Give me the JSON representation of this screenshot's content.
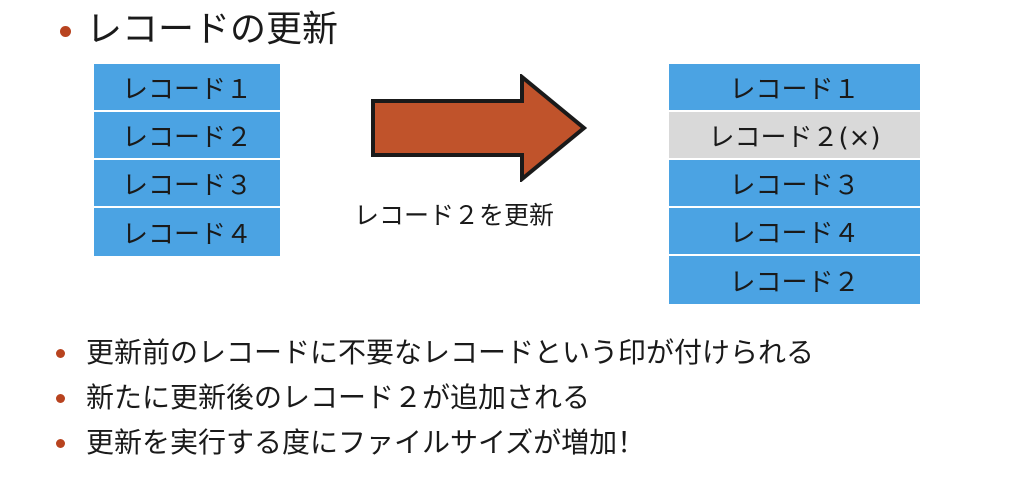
{
  "title": "レコードの更新",
  "colors": {
    "record": "#4ba3e3",
    "record_deleted": "#d9d9d9",
    "arrow_fill": "#c0532b",
    "bullet": "#b8431f"
  },
  "before": {
    "records": [
      "レコード１",
      "レコード２",
      "レコード３",
      "レコード４"
    ]
  },
  "arrow": {
    "caption": "レコード２を更新"
  },
  "after": {
    "records": [
      {
        "label": "レコード１",
        "deleted": false
      },
      {
        "label": "レコード２(×)",
        "deleted": true
      },
      {
        "label": "レコード３",
        "deleted": false
      },
      {
        "label": "レコード４",
        "deleted": false
      },
      {
        "label": "レコード２",
        "deleted": false
      }
    ]
  },
  "bullets": [
    "更新前のレコードに不要なレコードという印が付けられる",
    "新たに更新後のレコード２が追加される",
    "更新を実行する度にファイルサイズが増加！"
  ]
}
